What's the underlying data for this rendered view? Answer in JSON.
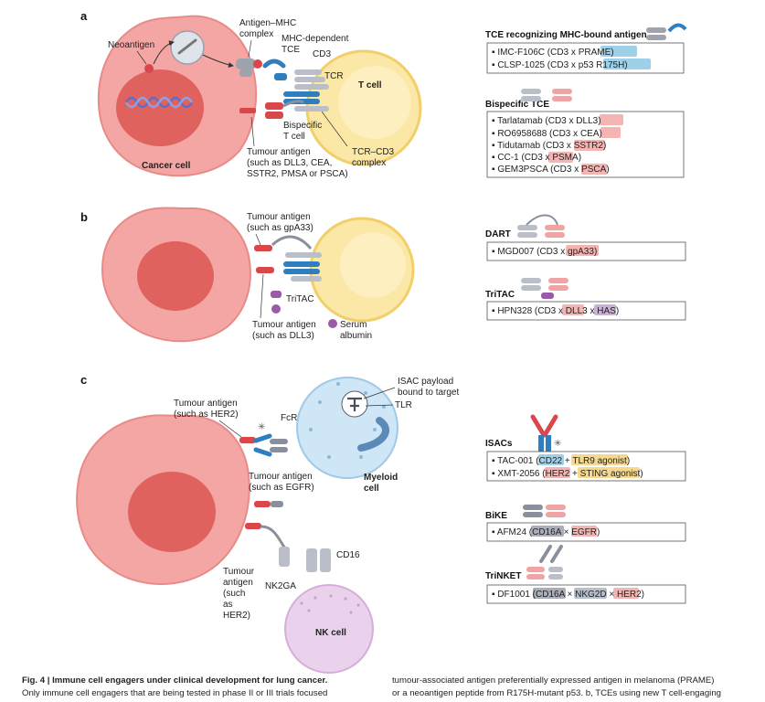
{
  "panels": {
    "a": "a",
    "b": "b",
    "c": "c"
  },
  "panel_a": {
    "neoantigen": "Neoantigen",
    "antigen_mhc_1": "Antigen–MHC",
    "antigen_mhc_2": "complex",
    "mhc_tce_1": "MHC-dependent",
    "mhc_tce_2": "TCE",
    "cd3": "CD3",
    "tcr": "TCR",
    "t_cell": "T cell",
    "bispecific_1": "Bispecific",
    "bispecific_2": "T cell",
    "tumour_antigen_1": "Tumour antigen",
    "tumour_antigen_2": "(such as DLL3, CEA,",
    "tumour_antigen_3": "SSTR2, PMSA or PSCA)",
    "tcr_cd3_1": "TCR–CD3",
    "tcr_cd3_2": "complex",
    "cancer_cell": "Cancer cell"
  },
  "panel_b": {
    "tumour_antigen_1": "Tumour antigen",
    "tumour_antigen_2": "(such as gpA33)",
    "tritac": "TriTAC",
    "tumour_antigen_3": "Tumour antigen",
    "tumour_antigen_4": "(such as DLL3)",
    "serum_1": "Serum",
    "serum_2": "albumin"
  },
  "panel_c": {
    "isac_1": "ISAC payload",
    "isac_2": "bound to target",
    "tlr": "TLR",
    "tumour_antigen_1": "Tumour antigen",
    "tumour_antigen_2": "(such as HER2)",
    "fcr": "FcR",
    "myeloid_1": "Myeloid",
    "myeloid_2": "cell",
    "tumour_antigen_3": "Tumour antigen",
    "tumour_antigen_4": "(such as EGFR)",
    "cd16": "CD16",
    "ta_her2_1": "Tumour",
    "ta_her2_2": "antigen",
    "ta_her2_3": "(such",
    "ta_her2_4": "as",
    "ta_her2_5": "HER2)",
    "nk2ga": "NK2GA",
    "nk_cell": "NK cell"
  },
  "legend": {
    "tce_title": "TCE recognizing MHC-bound antigen",
    "tce_items": [
      {
        "pre": "IMC-F106C (CD3 x ",
        "hl": "PRAME",
        "post": ")"
      },
      {
        "pre": "CLSP-1025 (CD3 x ",
        "hl": "p53 R175H",
        "post": ")"
      }
    ],
    "bispecific_title": "Bispecific TCE",
    "bispecific_items": [
      {
        "pre": "Tarlatamab (CD3 x ",
        "hl": "DLL3",
        "post": ")"
      },
      {
        "pre": "RO6958688 (CD3 x ",
        "hl": "CEA",
        "post": ")"
      },
      {
        "pre": "Tidutamab (CD3 x ",
        "hl": "SSTR2",
        "post": ")"
      },
      {
        "pre": "CC-1 (CD3 x ",
        "hl": "PSMA",
        "post": ")"
      },
      {
        "pre": "GEM3PSCA (CD3 x ",
        "hl": "PSCA",
        "post": ")"
      }
    ],
    "dart_title": "DART",
    "dart_item": {
      "pre": "MGD007 (CD3 x ",
      "hl": "gpA33",
      "post": ")"
    },
    "tritac_title": "TriTAC",
    "tritac_item": {
      "pre": "HPN328 (CD3 x ",
      "hl1": "DLL3",
      "mid": " x ",
      "hl2": "HAS",
      "post": ")"
    },
    "isacs_title": "ISACs",
    "isac_items": [
      {
        "pre": "TAC-001 (",
        "hl1": "CD22",
        "mid": " + ",
        "hl2": "TLR9 agonist",
        "post": ")"
      },
      {
        "pre": "XMT-2056 (",
        "hl1": "HER2",
        "mid": " + ",
        "hl2": "STING agonist",
        "post": ")"
      }
    ],
    "bike_title": "BiKE",
    "bike_item": {
      "pre": "AFM24 (",
      "hl1": "CD16A",
      "mid": " × ",
      "hl2": "EGFR",
      "post": ")"
    },
    "trinket_title": "TriNKET",
    "trinket_item": {
      "pre": "DF1001 (",
      "hl1": "CD16A",
      "mid1": " × ",
      "hl2": "NKG2D",
      "mid2": " × ",
      "hl3": "HER2",
      "post": ")"
    }
  },
  "caption": {
    "fig_bold": "Fig. 4 | Immune cell engagers under clinical development for lung cancer.",
    "left_line2": "Only immune cell engagers that are being tested in phase II or III trials focused",
    "right_line1": "tumour-associated antigen preferentially expressed antigen in melanoma (PRAME)",
    "right_line2": "or a neoantigen peptide from R175H-mutant p53. b, TCEs using new T cell-engaging"
  },
  "colors": {
    "cancer_cell": "#f4a6a4",
    "cancer_nucleus": "#e0625f",
    "t_cell": "#fbe7a6",
    "myeloid": "#cfe6f6",
    "nk_cell": "#ead2ec",
    "cd3_blue": "#2f7fc0",
    "tce_gray": "#8a8f9c",
    "antigen_red": "#d9474a",
    "tritac_purple": "#9a5aa8"
  }
}
